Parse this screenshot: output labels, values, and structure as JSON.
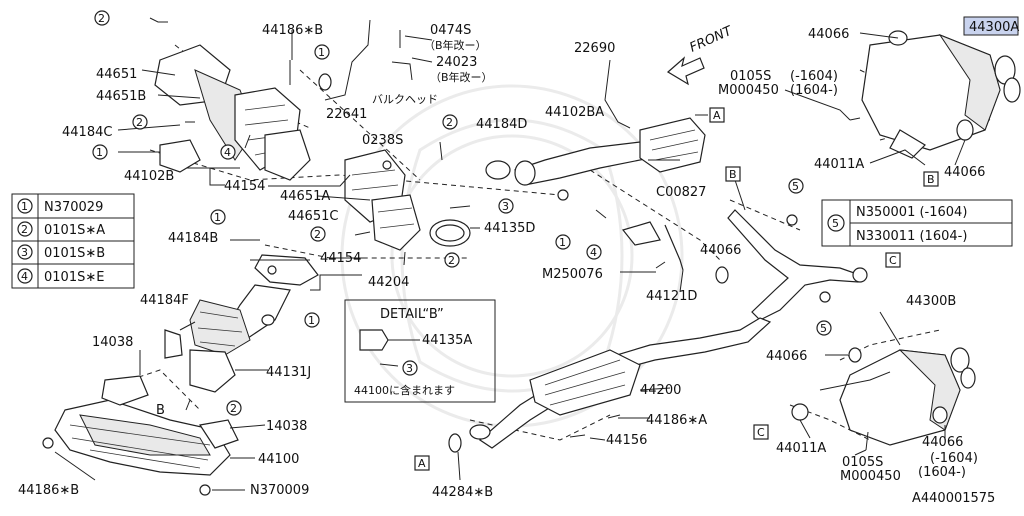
{
  "labels": {
    "l44186B_top": "44186∗B",
    "l0474S": "0474S",
    "l0474S_note": "（B年改ー）",
    "l24023": "24023",
    "l24023_note": "（B年改ー）",
    "l22690": "22690",
    "l44066_tr": "44066",
    "l44300A": "44300A",
    "l44651": "44651",
    "l44651B": "44651B",
    "l_bulkhead": "バルクヘッド",
    "l22641": "22641",
    "l0105S_tr": "0105S",
    "l1604_a": "(-1604)",
    "lM000450_tr": "M000450",
    "l1604_b": "(1604-)",
    "l44184C": "44184C",
    "l0238S": "0238S",
    "l44184D": "44184D",
    "l44102BA": "44102BA",
    "l44102B": "44102B",
    "l44154_top": "44154",
    "l44651A": "44651A",
    "lC00827": "C00827",
    "l44011A_tr": "44011A",
    "l44066_tr2": "44066",
    "l44184B": "44184B",
    "l44651C": "44651C",
    "l44135D": "44135D",
    "l44154_mid": "44154",
    "l44204": "44204",
    "lM250076": "M250076",
    "l44121D": "44121D",
    "l44066_mid": "44066",
    "l44184F": "44184F",
    "l44300B": "44300B",
    "l14038_a": "14038",
    "l44131J": "44131J",
    "l44066_rm": "44066",
    "l44200": "44200",
    "l44186A": "44186∗A",
    "l14038_b": "14038",
    "l44156": "44156",
    "l44011A_br": "44011A",
    "l44066_br": "44066",
    "l1604_c": "(-1604)",
    "l1604_d": "(1604-)",
    "l0105S_br": "0105S",
    "lM000450_br": "M000450",
    "l44100": "44100",
    "l44186B_bot": "44186∗B",
    "lN370009": "N370009",
    "l44284B": "44284∗B",
    "front": "FRONT",
    "l_B": "B",
    "drawing_no": "A440001575"
  },
  "detail": {
    "title": "DETAIL“B”",
    "part": "44135A",
    "note": "44100に含まれます"
  },
  "legend_left": [
    {
      "num": "1",
      "code": "N370029"
    },
    {
      "num": "2",
      "code": "0101S∗A"
    },
    {
      "num": "3",
      "code": "0101S∗B"
    },
    {
      "num": "4",
      "code": "0101S∗E"
    }
  ],
  "legend_right": {
    "num": "5",
    "rows": [
      "N350001 (-1604)",
      "N330011 (1604-)"
    ]
  },
  "markers": {
    "A": "A",
    "B": "B",
    "C": "C"
  },
  "circled": {
    "one": "1",
    "two": "2",
    "three": "3",
    "four": "4",
    "five": "5"
  }
}
